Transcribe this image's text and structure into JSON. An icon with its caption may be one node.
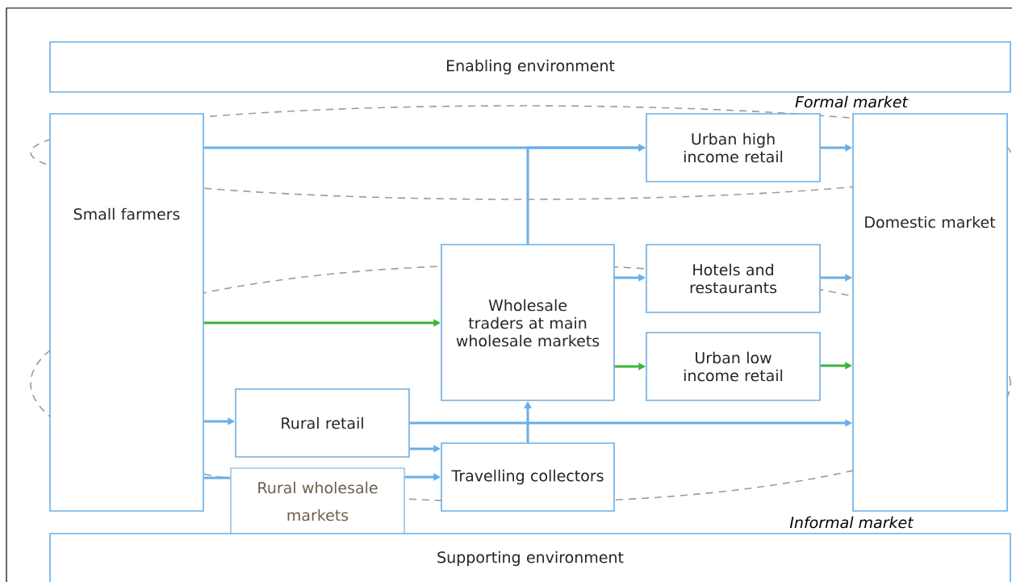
{
  "diagram": {
    "nodes": [
      {
        "text": [
          "Enabling environment"
        ]
      },
      {
        "text": [
          "Small farmers"
        ]
      },
      {
        "text": [
          "Urban high income retail"
        ]
      },
      {
        "text": [
          "Domestic market"
        ]
      },
      {
        "text": [
          "Wholesale traders at main wholesale markets"
        ]
      },
      {
        "text": [
          "Hotels and restaurants"
        ]
      },
      {
        "text": [
          "Urban low income retail"
        ]
      },
      {
        "text": [
          "Rural retail"
        ]
      },
      {
        "text": [
          "Travelling collectors"
        ]
      },
      {
        "text": [
          "Rural wholesale markets"
        ]
      },
      {
        "text": [
          "Supporting environment"
        ]
      }
    ],
    "labels": [
      "Formal market",
      "Informal market"
    ],
    "edges": [
      {
        "from": 1,
        "to": 2,
        "arrow": "to"
      },
      {
        "from": 4,
        "to": 2,
        "arrow": "to"
      },
      {
        "from": 2,
        "to": 3,
        "arrow": "to"
      },
      {
        "from": 1,
        "to": 4,
        "arrow": "to",
        "color": "#3cb43c"
      },
      {
        "from": 4,
        "to": 5,
        "arrow": "to"
      },
      {
        "from": 5,
        "to": 3,
        "arrow": "to"
      },
      {
        "from": 4,
        "to": 6,
        "arrow": "to",
        "color": "#3cb43c"
      },
      {
        "from": 6,
        "to": 3,
        "arrow": "to",
        "color": "#3cb43c"
      },
      {
        "from": 1,
        "to": 7,
        "arrow": "to"
      },
      {
        "from": 7,
        "to": 3,
        "arrow": "to"
      },
      {
        "from": 7,
        "to": 8,
        "arrow": "to"
      },
      {
        "from": 9,
        "to": 8,
        "arrow": "to"
      },
      {
        "from": 8,
        "to": 4,
        "arrow": "to"
      },
      {
        "from": 1,
        "to": 9,
        "arrow": "none"
      }
    ]
  }
}
